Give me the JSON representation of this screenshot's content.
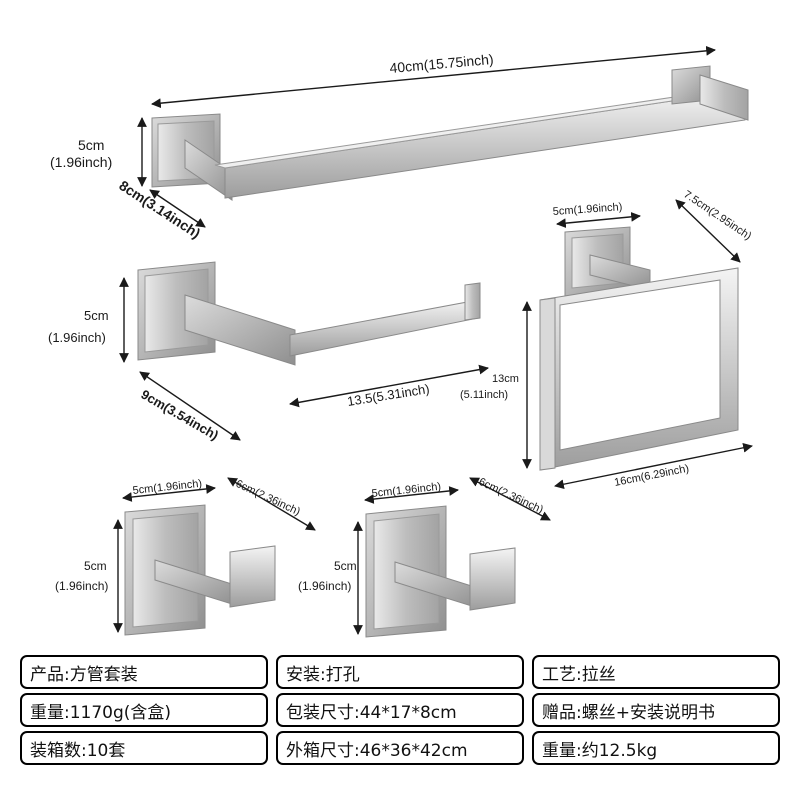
{
  "dimensions": {
    "towel_bar": {
      "length": "40cm(15.75inch)",
      "height_cm": "5cm",
      "height_in": "(1.96inch)",
      "depth": "8cm(3.14inch)"
    },
    "paper_holder": {
      "height_cm": "5cm",
      "height_in": "(1.96inch)",
      "length": "13.5(5.31inch)",
      "depth": "9cm(3.54inch)"
    },
    "towel_ring": {
      "base": "5cm(1.96inch)",
      "depth": "7.5cm(2.95inch)",
      "height_cm": "13cm",
      "height_in": "(5.11inch)",
      "width": "16cm(6.29inch)"
    },
    "hook_left": {
      "base": "5cm(1.96inch)",
      "depth": "6cm(2.36inch)",
      "height_cm": "5cm",
      "height_in": "(1.96inch)"
    },
    "hook_right": {
      "base": "5cm(1.96inch)",
      "depth": "6cm(2.36inch)",
      "height_cm": "5cm",
      "height_in": "(1.96inch)"
    }
  },
  "specs": [
    "产品:方管套装",
    "安装:打孔",
    "工艺:拉丝",
    "重量:1170g(含盒)",
    "包装尺寸:44*17*8cm",
    "赠品:螺丝+安装说明书",
    "装箱数:10套",
    "外箱尺寸:46*36*42cm",
    "重量:约12.5kg"
  ]
}
